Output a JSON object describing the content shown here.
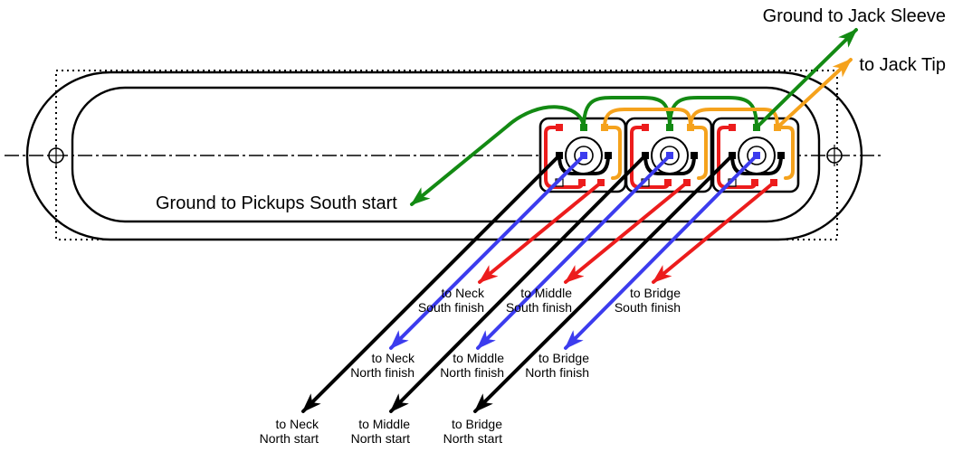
{
  "colors": {
    "ground": "#138a13",
    "hot": "#f5a21c",
    "south_finish": "#ec1c1c",
    "north_finish": "#3c3cee",
    "north_start": "#000000"
  },
  "labels": {
    "ground_jack_sleeve": "Ground to Jack Sleeve",
    "jack_tip": "to Jack Tip",
    "ground_pickups": "Ground to Pickups South start"
  },
  "switches": [
    {
      "south_finish": [
        "to Neck",
        "South finish"
      ],
      "north_finish": [
        "to Neck",
        "North finish"
      ],
      "north_start": [
        "to Neck",
        "North start"
      ]
    },
    {
      "south_finish": [
        "to Middle",
        "South finish"
      ],
      "north_finish": [
        "to Middle",
        "North finish"
      ],
      "north_start": [
        "to Middle",
        "North start"
      ]
    },
    {
      "south_finish": [
        "to Bridge",
        "South finish"
      ],
      "north_finish": [
        "to Bridge",
        "North finish"
      ],
      "north_start": [
        "to Bridge",
        "North start"
      ]
    }
  ]
}
